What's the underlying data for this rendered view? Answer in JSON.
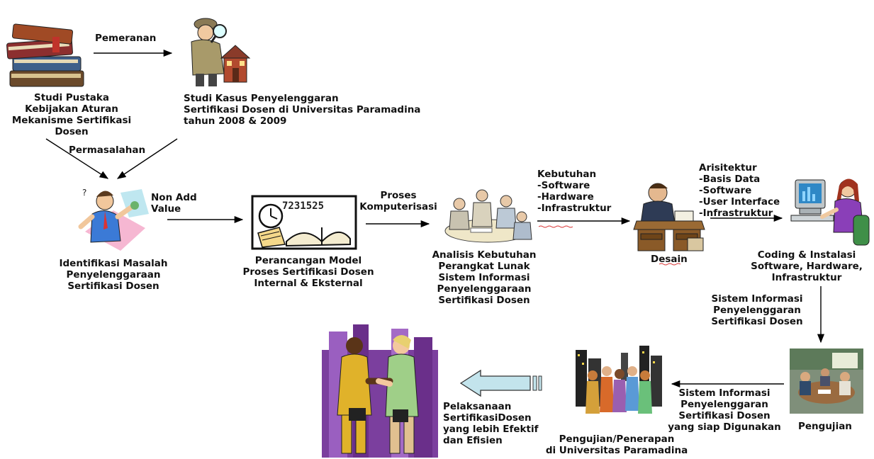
{
  "labels": {
    "studi_pustaka": "Studi Pustaka\nKebijakan Aturan\nMekanisme Sertifikasi\nDosen",
    "pemeranan": "Pemeranan",
    "studi_kasus": "Studi Kasus Penyelenggaran\nSertifikasi Dosen di Universitas Paramadina\ntahun 2008 & 2009",
    "permasalahan": "Permasalahan",
    "non_add_value": "Non Add\nValue",
    "identifikasi": "Identifikasi Masalah\nPenyelenggaraan\nSertifikasi Dosen",
    "perancangan": "Perancangan Model\nProses Sertifikasi Dosen\nInternal & Eksternal",
    "proses_komputerisasi": "Proses\nKomputerisasi",
    "analisis": "Analisis Kebutuhan\nPerangkat Lunak\nSistem Informasi\nPenyelenggaraan\nSertifikasi Dosen",
    "kebutuhan": "Kebutuhan\n-Software\n-Hardware\n-Infrastruktur",
    "desain": "Desain",
    "arsitektur": "Arisitektur\n-Basis Data\n-Software\n-User Interface\n-Infrastruktur",
    "coding": "Coding & Instalasi\nSoftware, Hardware,\nInfrastruktur",
    "si_penyelenggaran": "Sistem Informasi\nPenyelenggaran\nSertifikasi Dosen",
    "pengujian": "Pengujian",
    "si_siap": "Sistem Informasi\nPenyelenggaran\nSertifikasi Dosen\nyang siap Digunakan",
    "pengujian_penerapan": "Pengujian/Penerapan\ndi Universitas Paramadina",
    "pelaksanaan": "Pelaksanaan\nSertifikasiDosen\nyang lebih Efektif\ndan Efisien"
  },
  "icons": {
    "books": "books-clipart-icon",
    "inspector": "detective-house-clipart-icon",
    "problem": "confused-man-clipart-icon",
    "model": "clock-book-clipart-icon",
    "team": "team-meeting-clipart-icon",
    "designer": "man-at-desk-clipart-icon",
    "coder": "woman-at-computer-clipart-icon",
    "testing": "meeting-room-photo-icon",
    "crowd": "city-crowd-clipart-icon",
    "handshake": "handshake-clipart-icon"
  },
  "colors": {
    "arrow": "#000000",
    "text": "#111111",
    "block_arrow_fill": "#c3e4ec",
    "purple_bg": "#7b3f9e",
    "red_squiggle": "#d93030"
  }
}
